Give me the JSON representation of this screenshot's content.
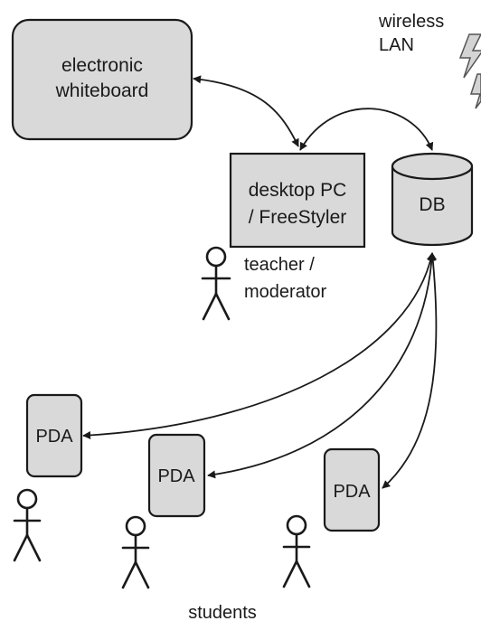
{
  "nodes": {
    "whiteboard": {
      "line1": "electronic",
      "line2": "whiteboard"
    },
    "desktop": {
      "line1": "desktop PC",
      "line2": "/ FreeStyler"
    },
    "db": {
      "label": "DB"
    },
    "pda1": {
      "label": "PDA"
    },
    "pda2": {
      "label": "PDA"
    },
    "pda3": {
      "label": "PDA"
    }
  },
  "labels": {
    "wireless_line1": "wireless",
    "wireless_line2": "LAN",
    "teacher_line1": "teacher /",
    "teacher_line2": "moderator",
    "students": "students"
  },
  "icons": {
    "lightning": "lightning-bolt-icon",
    "person": "stick-figure-icon"
  }
}
